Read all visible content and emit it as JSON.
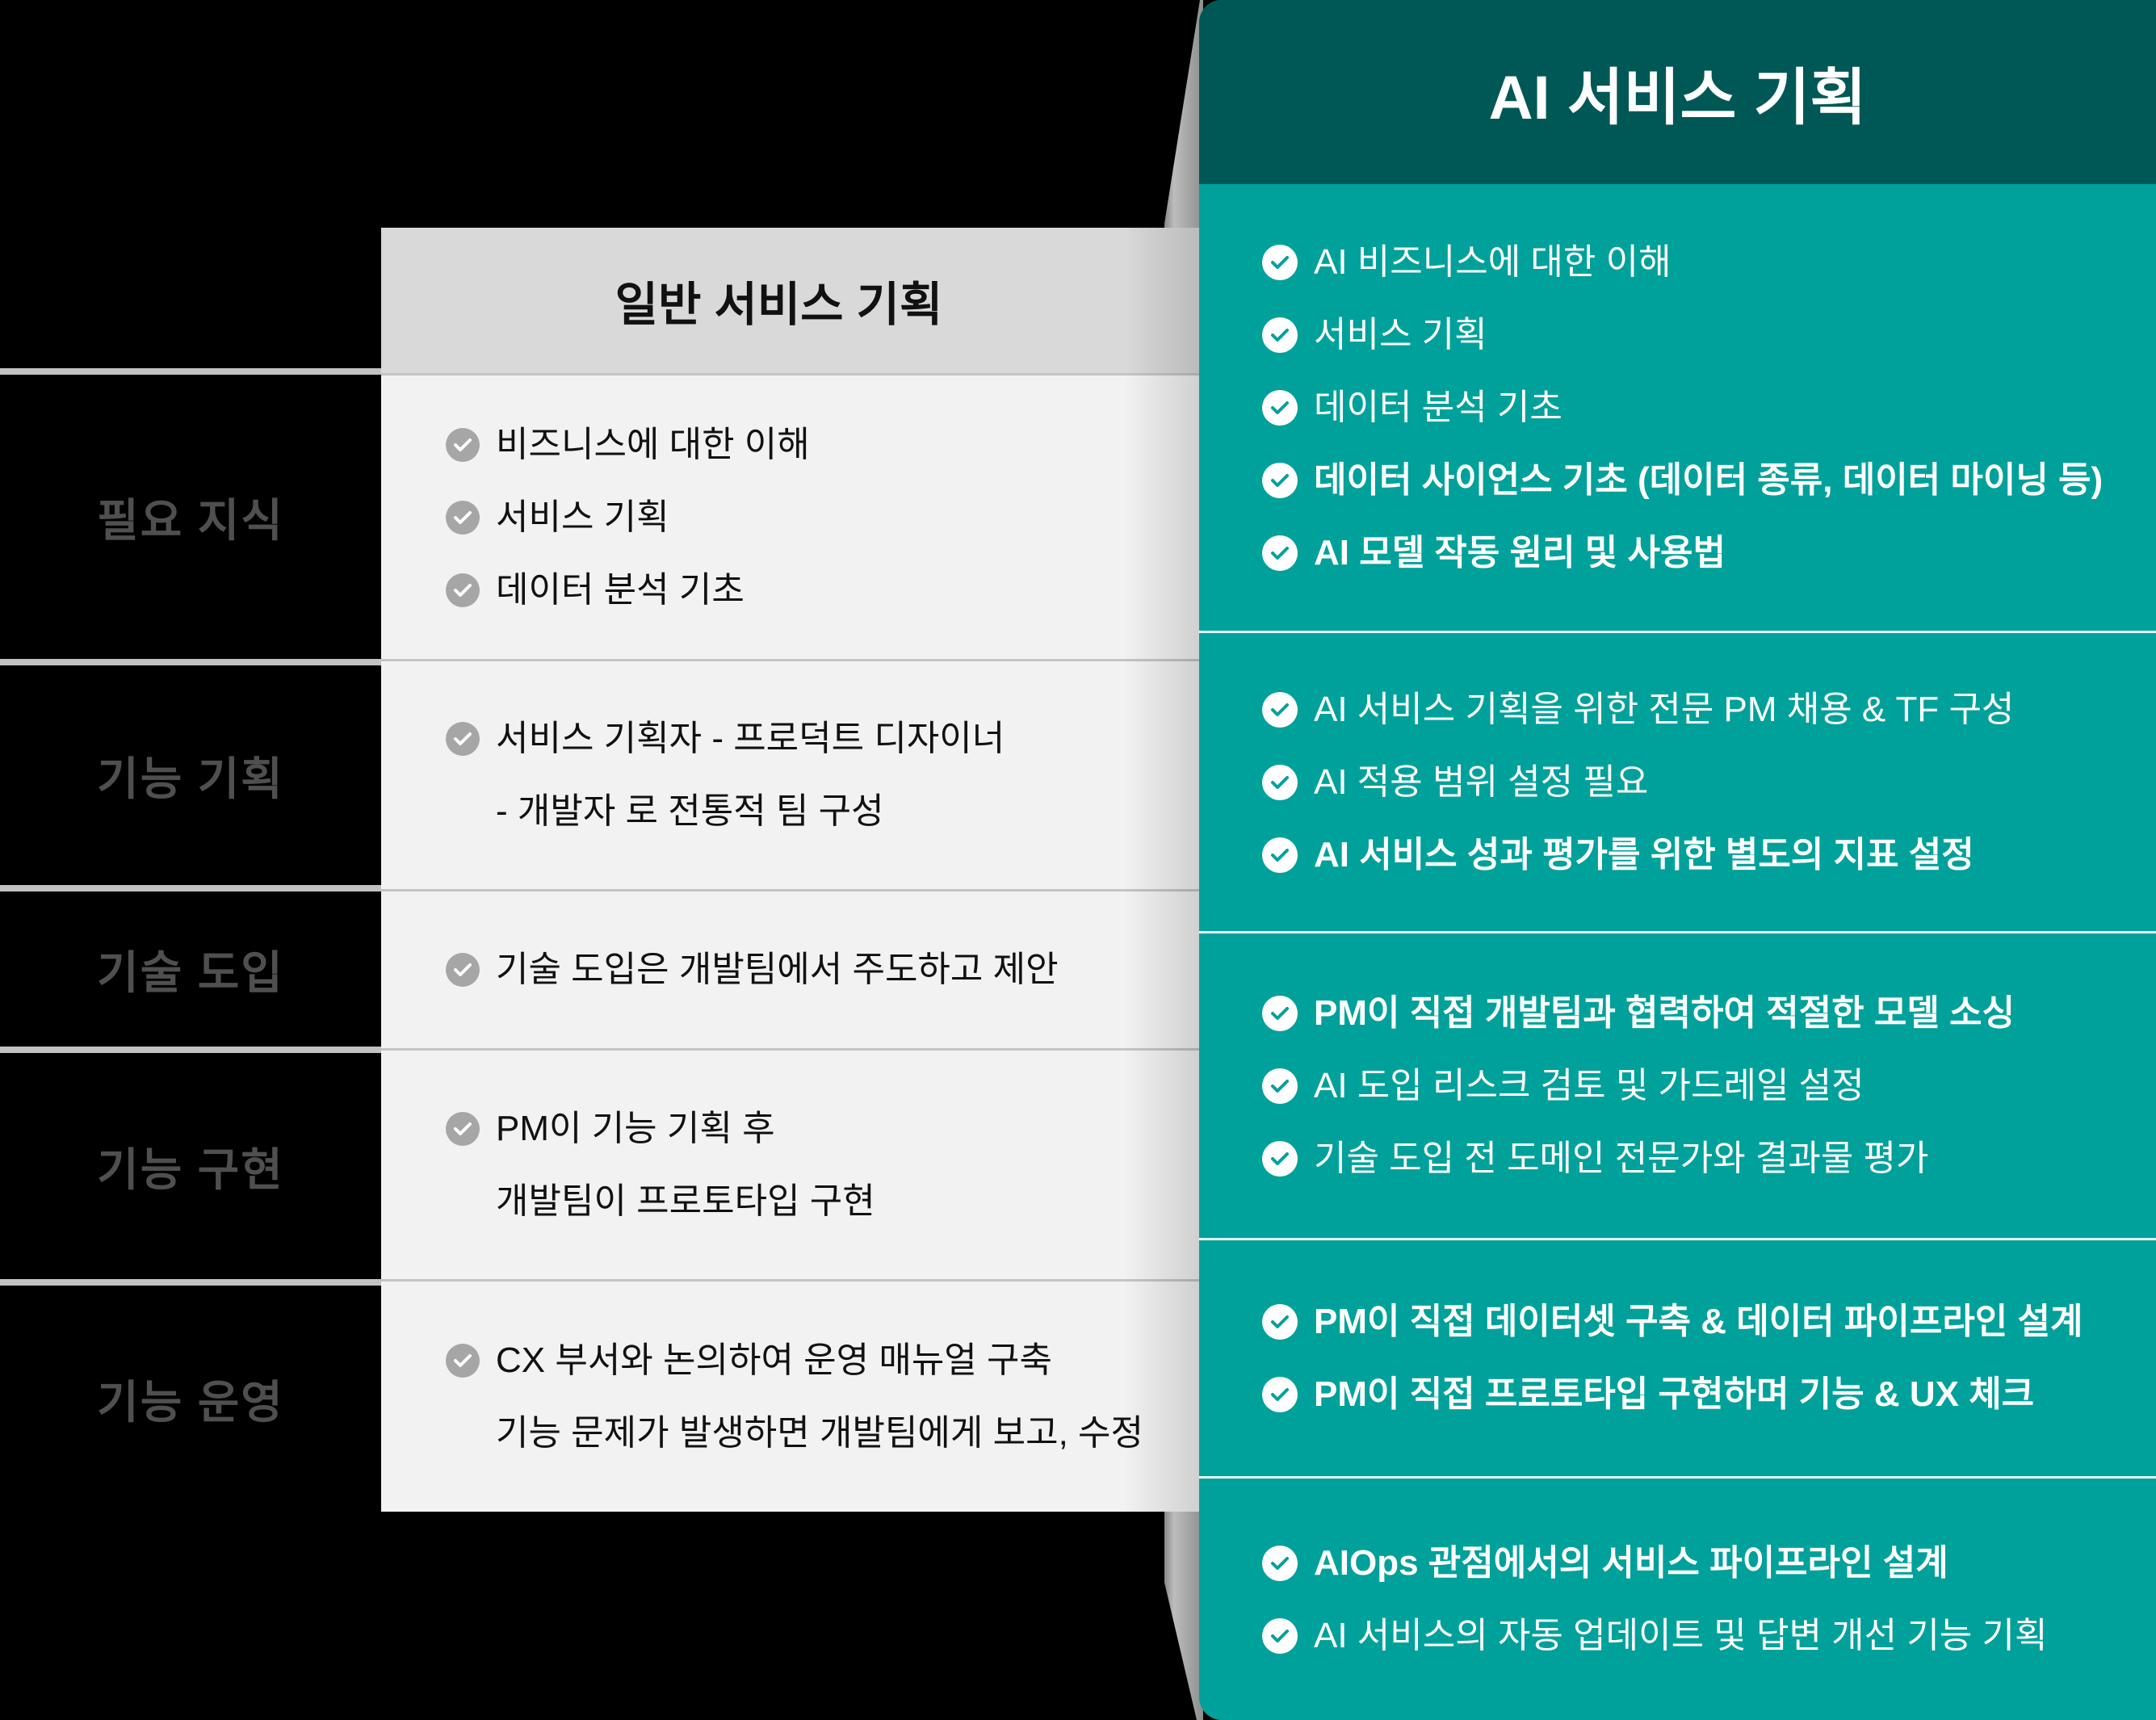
{
  "colors": {
    "background": "#000000",
    "row_label": "#4F4F4F",
    "gray_header": "#D9D9D9",
    "gray_body": "#F2F2F2",
    "gray_check": "#A6A6A6",
    "teal_header": "#005856",
    "teal_body": "#00A19B"
  },
  "row_labels": [
    "필요 지식",
    "기능 기획",
    "기술 도입",
    "기능 구현",
    "기능 운영"
  ],
  "general": {
    "title": "일반 서비스 기획",
    "sections": [
      {
        "items": [
          {
            "text": "비즈니스에 대한 이해",
            "check": true
          },
          {
            "text": "서비스 기획",
            "check": true
          },
          {
            "text": "데이터 분석 기초",
            "check": true
          }
        ]
      },
      {
        "items": [
          {
            "text": "서비스 기획자 - 프로덕트 디자이너",
            "check": true
          },
          {
            "text": "- 개발자 로 전통적 팀 구성",
            "check": false
          }
        ]
      },
      {
        "items": [
          {
            "text": "기술 도입은 개발팀에서 주도하고 제안",
            "check": true
          }
        ]
      },
      {
        "items": [
          {
            "text": "PM이 기능 기획 후",
            "check": true
          },
          {
            "text": "개발팀이 프로토타입 구현",
            "check": false
          }
        ]
      },
      {
        "items": [
          {
            "text": "CX 부서와 논의하여 운영 매뉴얼 구축",
            "check": true
          },
          {
            "text": "기능 문제가 발생하면 개발팀에게 보고, 수정",
            "check": false
          }
        ]
      }
    ]
  },
  "ai": {
    "title": "AI 서비스 기획",
    "sections": [
      {
        "items": [
          {
            "text": "AI 비즈니스에 대한 이해",
            "bold": false
          },
          {
            "text": "서비스 기획",
            "bold": false
          },
          {
            "text": "데이터 분석 기초",
            "bold": false
          },
          {
            "text": "데이터 사이언스 기초 (데이터 종류, 데이터 마이닝 등)",
            "bold": true
          },
          {
            "text": "AI 모델 작동 원리 및 사용법",
            "bold": true
          }
        ]
      },
      {
        "items": [
          {
            "text": "AI 서비스 기획을 위한 전문 PM 채용 & TF 구성",
            "bold": false
          },
          {
            "text": "AI 적용 범위 설정 필요",
            "bold": false
          },
          {
            "text": "AI 서비스 성과 평가를 위한 별도의 지표 설정",
            "bold": true
          }
        ]
      },
      {
        "items": [
          {
            "text": "PM이 직접 개발팀과 협력하여 적절한 모델 소싱",
            "bold": true
          },
          {
            "text": "AI 도입 리스크 검토 및 가드레일 설정",
            "bold": false
          },
          {
            "text": "기술 도입 전 도메인 전문가와 결과물 평가",
            "bold": false
          }
        ]
      },
      {
        "items": [
          {
            "text": "PM이 직접 데이터셋 구축 & 데이터 파이프라인 설계",
            "bold": true
          },
          {
            "text": "PM이 직접 프로토타입 구현하며 기능 & UX 체크",
            "bold": true
          }
        ]
      },
      {
        "items": [
          {
            "text": "AIOps 관점에서의 서비스 파이프라인 설계",
            "bold": true
          },
          {
            "text": "AI 서비스의 자동 업데이트 및 답변 개선 기능 기획",
            "bold": false
          }
        ]
      }
    ]
  }
}
